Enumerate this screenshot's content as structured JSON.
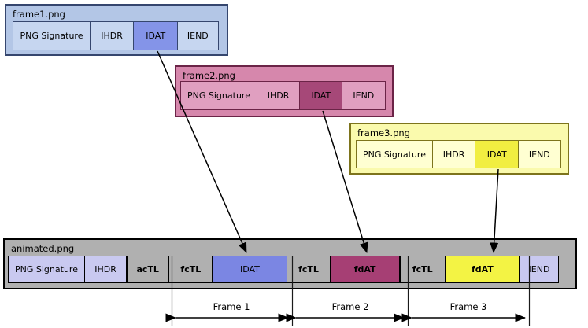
{
  "source_frames": [
    {
      "title": "frame1.png",
      "chunks": [
        {
          "label": "PNG Signature"
        },
        {
          "label": "IHDR"
        },
        {
          "label": "IDAT",
          "highlighted": true
        },
        {
          "label": "IEND"
        }
      ],
      "colors": {
        "box_bg": "#b3c6e6",
        "chunk_bg": "#c6d6f0",
        "highlight_bg": "#8494e8",
        "border": "#35466e"
      }
    },
    {
      "title": "frame2.png",
      "chunks": [
        {
          "label": "PNG Signature"
        },
        {
          "label": "IHDR"
        },
        {
          "label": "IDAT",
          "highlighted": true
        },
        {
          "label": "IEND"
        }
      ],
      "colors": {
        "box_bg": "#d687ac",
        "chunk_bg": "#e09fc0",
        "highlight_bg": "#a64878",
        "border": "#6b2447"
      }
    },
    {
      "title": "frame3.png",
      "chunks": [
        {
          "label": "PNG Signature"
        },
        {
          "label": "IHDR"
        },
        {
          "label": "IDAT",
          "highlighted": true
        },
        {
          "label": "IEND"
        }
      ],
      "colors": {
        "box_bg": "#fafaad",
        "chunk_bg": "#ffffd2",
        "highlight_bg": "#f1ee41",
        "border": "#7d741c"
      }
    }
  ],
  "animated_file": {
    "title": "animated.png",
    "chunks": [
      {
        "label": "PNG Signature",
        "style": "periwinkle"
      },
      {
        "label": "IHDR",
        "style": "periwinkle"
      },
      {
        "label": "acTL",
        "style": "plain",
        "bold": true
      },
      {
        "label": "fcTL",
        "style": "plain",
        "bold": true
      },
      {
        "label": "IDAT",
        "style": "blue"
      },
      {
        "label": "fcTL",
        "style": "plain",
        "bold": true
      },
      {
        "label": "fdAT",
        "style": "maroon",
        "bold": true
      },
      {
        "label": "fcTL",
        "style": "plain",
        "bold": true
      },
      {
        "label": "fdAT",
        "style": "yellow",
        "bold": true
      },
      {
        "label": "IEND",
        "style": "periwinkle"
      }
    ],
    "colors": {
      "box_bg": "#b0b0b0",
      "periwinkle_bg": "#c9c9f0",
      "idat_bg": "#7b86e3",
      "fdat1_bg": "#a63f74",
      "fdat2_bg": "#f3f344",
      "border": "#000000"
    }
  },
  "frame_ranges": [
    {
      "label": "Frame 1"
    },
    {
      "label": "Frame 2"
    },
    {
      "label": "Frame 3"
    }
  ],
  "arrow_color": "#000000",
  "page_background": "#ffffff"
}
